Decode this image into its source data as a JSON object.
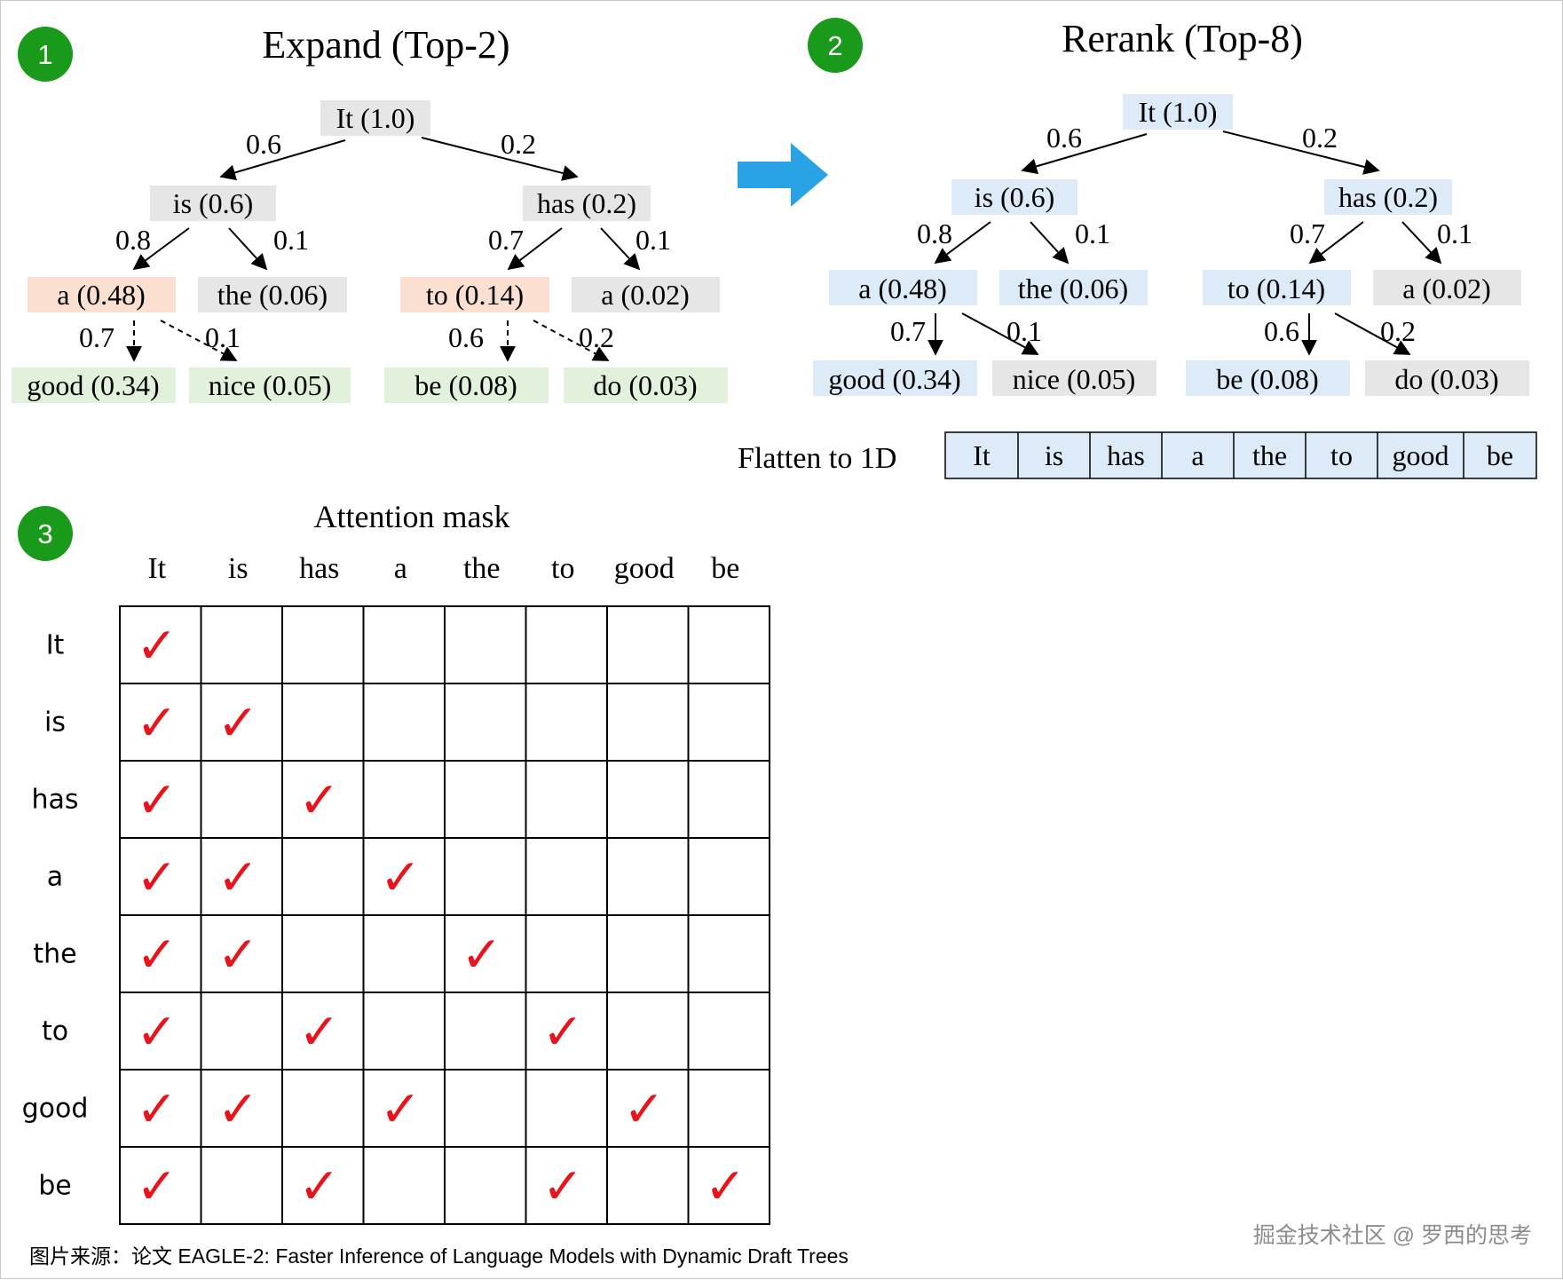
{
  "panel1": {
    "step": "1",
    "title": "Expand (Top-2)",
    "nodes": {
      "root": "It (1.0)",
      "is": "is (0.6)",
      "has": "has (0.2)",
      "a_left": "a (0.48)",
      "the": "the (0.06)",
      "to": "to (0.14)",
      "a_right": "a (0.02)",
      "good": "good (0.34)",
      "nice": "nice (0.05)",
      "be": "be (0.08)",
      "do": "do (0.03)"
    },
    "edges": {
      "root_is": "0.6",
      "root_has": "0.2",
      "is_a": "0.8",
      "is_the": "0.1",
      "has_to": "0.7",
      "has_a": "0.1",
      "a_good": "0.7",
      "a_nice": "0.1",
      "to_be": "0.6",
      "to_do": "0.2"
    }
  },
  "panel2": {
    "step": "2",
    "title": "Rerank (Top-8)",
    "nodes": {
      "root": "It (1.0)",
      "is": "is (0.6)",
      "has": "has (0.2)",
      "a_left": "a (0.48)",
      "the": "the (0.06)",
      "to": "to (0.14)",
      "a_right": "a (0.02)",
      "good": "good (0.34)",
      "nice": "nice (0.05)",
      "be": "be (0.08)",
      "do": "do (0.03)"
    },
    "edges": {
      "root_is": "0.6",
      "root_has": "0.2",
      "is_a": "0.8",
      "is_the": "0.1",
      "has_to": "0.7",
      "has_a": "0.1",
      "a_good": "0.7",
      "a_nice": "0.1",
      "to_be": "0.6",
      "to_do": "0.2"
    },
    "flatten_label": "Flatten to 1D",
    "flatten_tokens": [
      "It",
      "is",
      "has",
      "a",
      "the",
      "to",
      "good",
      "be"
    ]
  },
  "panel3": {
    "step": "3",
    "title": "Attention mask",
    "columns": [
      "It",
      "is",
      "has",
      "a",
      "the",
      "to",
      "good",
      "be"
    ],
    "rows": [
      "It",
      "is",
      "has",
      "a",
      "the",
      "to",
      "good",
      "be"
    ],
    "mask": [
      [
        1,
        0,
        0,
        0,
        0,
        0,
        0,
        0
      ],
      [
        1,
        1,
        0,
        0,
        0,
        0,
        0,
        0
      ],
      [
        1,
        0,
        1,
        0,
        0,
        0,
        0,
        0
      ],
      [
        1,
        1,
        0,
        1,
        0,
        0,
        0,
        0
      ],
      [
        1,
        1,
        0,
        0,
        1,
        0,
        0,
        0
      ],
      [
        1,
        0,
        1,
        0,
        0,
        1,
        0,
        0
      ],
      [
        1,
        1,
        0,
        1,
        0,
        0,
        1,
        0
      ],
      [
        1,
        0,
        1,
        0,
        0,
        1,
        0,
        1
      ]
    ],
    "check_glyph": "✓"
  },
  "caption": "图片来源：论文 EAGLE-2: Faster Inference of Language Models with Dynamic Draft Trees",
  "watermark": "掘金技术社区 @ 罗西的思考",
  "colors": {
    "step_badge": "#1a9a1a",
    "arrow_blue": "#2aa3e6",
    "node_gray": "#e6e6e6",
    "node_orange": "#fbe0d2",
    "node_green": "#e2f1dc",
    "node_blue": "#dcebf7",
    "check_red": "#e8141c"
  }
}
